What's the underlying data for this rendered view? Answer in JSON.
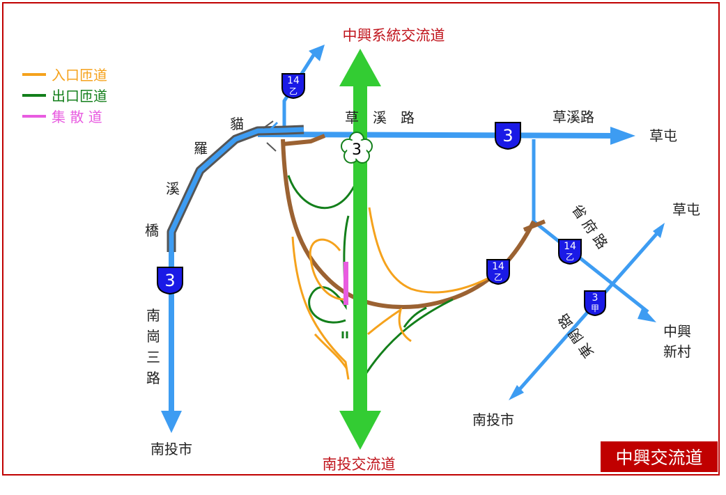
{
  "title": "中興交流道",
  "legend": [
    {
      "label": "入口匝道",
      "color": "#f5a21c"
    },
    {
      "label": "出口匝道",
      "color": "#137f1b"
    },
    {
      "label": "集 散 道",
      "color": "#e85ce0"
    }
  ],
  "labels": {
    "north_interchange": "中興系統交流道",
    "south_interchange": "南投交流道",
    "caoxi_road_spaced": "草　溪　路",
    "caoxi_road": "草溪路",
    "caotun_east": "草屯",
    "caotun_ne": "草屯",
    "zhongxing_1": "中興",
    "zhongxing_2": "新村",
    "nantou_city_se": "南投市",
    "nantou_city_sw": "南投市",
    "bridge_1": "貓",
    "bridge_2": "羅",
    "bridge_3": "溪",
    "bridge_4": "橋",
    "nangang_1": "南",
    "nangang_2": "崗",
    "nangang_3": "三",
    "nangang_4": "路",
    "provincial_rd": "省府路",
    "dongmin_rd": "東閔路"
  },
  "shields": {
    "freeway": "3",
    "prov3": "3",
    "prov14b_num": "14",
    "prov14b_suffix": "乙",
    "prov3a_num": "3",
    "prov3a_suffix": "甲"
  },
  "colors": {
    "main_freeway": "#33cc33",
    "road": "#3d9cf2",
    "ramp_brown": "#9b6232",
    "entry": "#f5a21c",
    "exit": "#137f1b",
    "cd": "#e85ce0",
    "bridge": "#555555",
    "shield": "#1a1ae6",
    "accent": "#c00000"
  }
}
